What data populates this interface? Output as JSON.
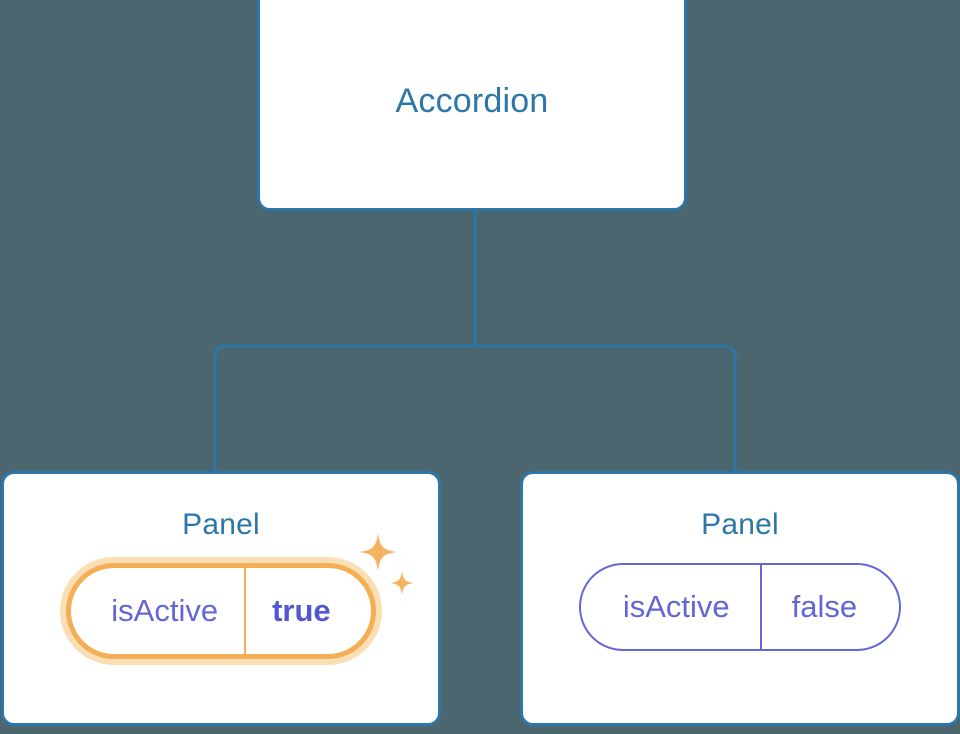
{
  "canvas": {
    "background_color": "#4c6670",
    "edge_color": "#2d76a8"
  },
  "tree": {
    "root": {
      "title": "Accordion"
    },
    "children": [
      {
        "title": "Panel",
        "prop": {
          "key": "isActive",
          "value": "true",
          "highlighted": true,
          "highlight_color": "#f4ae55",
          "glow_color": "#fbdfb4",
          "value_color": "#5457d0",
          "sparkle_color": "#f4b45f"
        }
      },
      {
        "title": "Panel",
        "prop": {
          "key": "isActive",
          "value": "false",
          "highlighted": false,
          "border_color": "#6366d6",
          "value_color": "#6366d6"
        }
      }
    ]
  }
}
